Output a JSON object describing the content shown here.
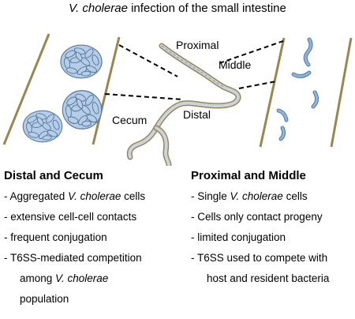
{
  "title": {
    "italic": "V. cholerae",
    "rest": " infection of the small intestine"
  },
  "labels": {
    "proximal": "Proximal",
    "middle": "Middle",
    "distal": "Distal",
    "cecum": "Cecum"
  },
  "colors": {
    "wall": "#9a8652",
    "cluster_fill": "#b5cde8",
    "cell_outline": "#5b7a99",
    "single_cell": "#8cb4de",
    "tube_fill": "#c8d5e0"
  },
  "left": {
    "heading": "Distal and Cecum",
    "items": [
      {
        "pre": "- Aggregated ",
        "italic": "V. cholerae",
        "post": " cells"
      },
      {
        "pre": "- extensive cell-cell contacts",
        "italic": "",
        "post": ""
      },
      {
        "pre": "- frequent conjugation",
        "italic": "",
        "post": ""
      },
      {
        "pre": "- T6SS-mediated competition",
        "italic": "",
        "post": ""
      },
      {
        "pre": "among ",
        "italic": "V. cholerae",
        "post": "",
        "cont": true
      },
      {
        "pre": "population",
        "italic": "",
        "post": "",
        "cont": true
      }
    ]
  },
  "right": {
    "heading": "Proximal and Middle",
    "items": [
      {
        "pre": "- Single ",
        "italic": "V. cholerae",
        "post": " cells"
      },
      {
        "pre": "- Cells only contact progeny",
        "italic": "",
        "post": ""
      },
      {
        "pre": "- limited conjugation",
        "italic": "",
        "post": ""
      },
      {
        "pre": "- T6SS used to compete with",
        "italic": "",
        "post": ""
      },
      {
        "pre": "host and resident bacteria",
        "italic": "",
        "post": "",
        "cont": true
      }
    ]
  }
}
